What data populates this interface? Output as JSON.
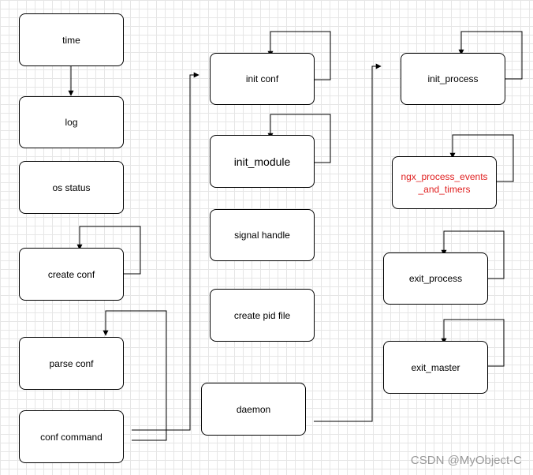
{
  "nodes": {
    "time": "time",
    "log": "log",
    "os_status": "os status",
    "create_conf": "create conf",
    "parse_conf": "parse conf",
    "conf_command": "conf command",
    "init_conf": "init conf",
    "init_module": "init_module",
    "signal_handle": "signal handle",
    "create_pid_file": "create pid file",
    "daemon": "daemon",
    "init_process": "init_process",
    "ngx_process_events_and_timers": "ngx_process_events\n_and_timers",
    "exit_process": "exit_process",
    "exit_master": "exit_master"
  },
  "colors": {
    "highlight_text": "#e02020"
  },
  "watermark": "CSDN @MyObject-C"
}
